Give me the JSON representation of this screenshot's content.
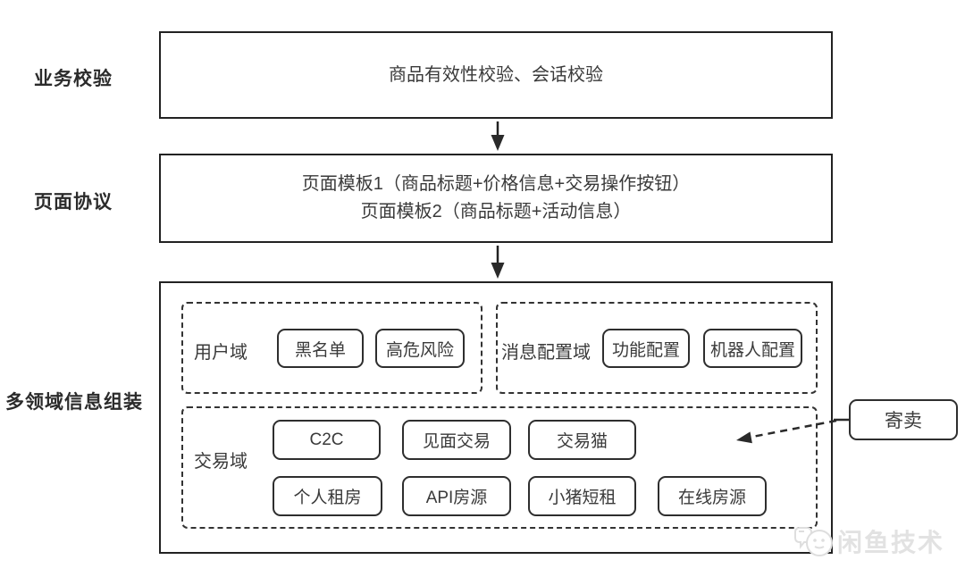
{
  "flow": {
    "business_check": {
      "label": "业务校验",
      "box_text": "商品有效性校验、会话校验"
    },
    "page_protocol": {
      "label": "页面协议",
      "line1": "页面模板1（商品标题+价格信息+交易操作按钮）",
      "line2": "页面模板2（商品标题+活动信息）"
    },
    "assembly": {
      "label": "多领域信息组装"
    }
  },
  "domains": {
    "user": {
      "label": "用户域",
      "items": [
        "黑名单",
        "高危风险"
      ]
    },
    "message_config": {
      "label": "消息配置域",
      "items": [
        "功能配置",
        "机器人配置"
      ]
    },
    "trade": {
      "label": "交易域",
      "row1": [
        "C2C",
        "见面交易",
        "交易猫"
      ],
      "row2": [
        "个人租房",
        "API房源",
        "小猪短租",
        "在线房源"
      ]
    }
  },
  "external": {
    "consign_label": "寄卖"
  },
  "watermark": {
    "text": "闲鱼技术"
  },
  "colors": {
    "line": "#222222",
    "chip_border": "#2e2e2e",
    "text": "#3a3a3a",
    "watermark": "#e2e2e2"
  }
}
